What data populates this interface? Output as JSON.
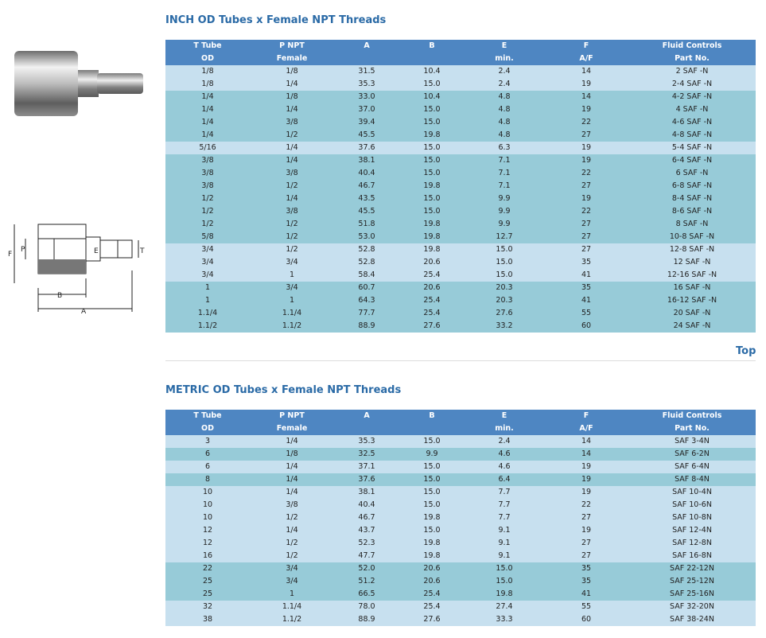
{
  "inch": {
    "title": "INCH OD Tubes x Female NPT Threads",
    "headers": [
      [
        "T Tube",
        "OD"
      ],
      [
        "P NPT",
        "Female"
      ],
      [
        "A",
        ""
      ],
      [
        "B",
        ""
      ],
      [
        "E",
        "min."
      ],
      [
        "F",
        "A/F"
      ],
      [
        "Fluid Controls",
        "Part No."
      ]
    ],
    "rows": [
      [
        "1/8",
        "1/8",
        "31.5",
        "10.4",
        "2.4",
        "14",
        "2 SAF -N"
      ],
      [
        "1/8",
        "1/4",
        "35.3",
        "15.0",
        "2.4",
        "19",
        "2-4 SAF -N"
      ],
      [
        "1/4",
        "1/8",
        "33.0",
        "10.4",
        "4.8",
        "14",
        "4-2 SAF -N"
      ],
      [
        "1/4",
        "1/4",
        "37.0",
        "15.0",
        "4.8",
        "19",
        "4 SAF -N"
      ],
      [
        "1/4",
        "3/8",
        "39.4",
        "15.0",
        "4.8",
        "22",
        "4-6 SAF -N"
      ],
      [
        "1/4",
        "1/2",
        "45.5",
        "19.8",
        "4.8",
        "27",
        "4-8 SAF -N"
      ],
      [
        "5/16",
        "1/4",
        "37.6",
        "15.0",
        "6.3",
        "19",
        "5-4 SAF -N"
      ],
      [
        "3/8",
        "1/4",
        "38.1",
        "15.0",
        "7.1",
        "19",
        "6-4 SAF -N"
      ],
      [
        "3/8",
        "3/8",
        "40.4",
        "15.0",
        "7.1",
        "22",
        "6 SAF -N"
      ],
      [
        "3/8",
        "1/2",
        "46.7",
        "19.8",
        "7.1",
        "27",
        "6-8 SAF -N"
      ],
      [
        "1/2",
        "1/4",
        "43.5",
        "15.0",
        "9.9",
        "19",
        "8-4 SAF -N"
      ],
      [
        "1/2",
        "3/8",
        "45.5",
        "15.0",
        "9.9",
        "22",
        "8-6 SAF -N"
      ],
      [
        "1/2",
        "1/2",
        "51.8",
        "19.8",
        "9.9",
        "27",
        "8 SAF -N"
      ],
      [
        "5/8",
        "1/2",
        "53.0",
        "19.8",
        "12.7",
        "27",
        "10-8 SAF -N"
      ],
      [
        "3/4",
        "1/2",
        "52.8",
        "19.8",
        "15.0",
        "27",
        "12-8 SAF -N"
      ],
      [
        "3/4",
        "3/4",
        "52.8",
        "20.6",
        "15.0",
        "35",
        "12 SAF -N"
      ],
      [
        "3/4",
        "1",
        "58.4",
        "25.4",
        "15.0",
        "41",
        "12-16 SAF -N"
      ],
      [
        "1",
        "3/4",
        "60.7",
        "20.6",
        "20.3",
        "35",
        "16 SAF -N"
      ],
      [
        "1",
        "1",
        "64.3",
        "25.4",
        "20.3",
        "41",
        "16-12 SAF -N"
      ],
      [
        "1.1/4",
        "1.1/4",
        "77.7",
        "25.4",
        "27.6",
        "55",
        "20 SAF -N"
      ],
      [
        "1.1/2",
        "1.1/2",
        "88.9",
        "27.6",
        "33.2",
        "60",
        "24 SAF -N"
      ]
    ]
  },
  "top_link": "Top",
  "metric": {
    "title": "METRIC OD Tubes x Female NPT Threads",
    "headers": [
      [
        "T Tube",
        "OD"
      ],
      [
        "P NPT",
        "Female"
      ],
      [
        "A",
        ""
      ],
      [
        "B",
        ""
      ],
      [
        "E",
        "min."
      ],
      [
        "F",
        "A/F"
      ],
      [
        "Fluid Controls",
        "Part No."
      ]
    ],
    "rows": [
      [
        "3",
        "1/4",
        "35.3",
        "15.0",
        "2.4",
        "14",
        "SAF 3-4N"
      ],
      [
        "6",
        "1/8",
        "32.5",
        "9.9",
        "4.6",
        "14",
        "SAF 6-2N"
      ],
      [
        "6",
        "1/4",
        "37.1",
        "15.0",
        "4.6",
        "19",
        "SAF 6-4N"
      ],
      [
        "8",
        "1/4",
        "37.6",
        "15.0",
        "6.4",
        "19",
        "SAF 8-4N"
      ],
      [
        "10",
        "1/4",
        "38.1",
        "15.0",
        "7.7",
        "19",
        "SAF 10-4N"
      ],
      [
        "10",
        "3/8",
        "40.4",
        "15.0",
        "7.7",
        "22",
        "SAF 10-6N"
      ],
      [
        "10",
        "1/2",
        "46.7",
        "19.8",
        "7.7",
        "27",
        "SAF 10-8N"
      ],
      [
        "12",
        "1/4",
        "43.7",
        "15.0",
        "9.1",
        "19",
        "SAF 12-4N"
      ],
      [
        "12",
        "1/2",
        "52.3",
        "19.8",
        "9.1",
        "27",
        "SAF 12-8N"
      ],
      [
        "16",
        "1/2",
        "47.7",
        "19.8",
        "9.1",
        "27",
        "SAF 16-8N"
      ],
      [
        "22",
        "3/4",
        "52.0",
        "20.6",
        "15.0",
        "35",
        "SAF 22-12N"
      ],
      [
        "25",
        "3/4",
        "51.2",
        "20.6",
        "15.0",
        "35",
        "SAF 25-12N"
      ],
      [
        "25",
        "1",
        "66.5",
        "25.4",
        "19.8",
        "41",
        "SAF 25-16N"
      ],
      [
        "32",
        "1.1/4",
        "78.0",
        "25.4",
        "27.4",
        "55",
        "SAF 32-20N"
      ],
      [
        "38",
        "1.1/2",
        "88.9",
        "27.6",
        "33.3",
        "60",
        "SAF 38-24N"
      ]
    ]
  },
  "drawing_labels": {
    "f": "F",
    "p": "P",
    "e": "E",
    "t": "T",
    "b": "B",
    "a": "A"
  },
  "row_shading": [
    "light",
    "light",
    "dark",
    "dark",
    "dark",
    "dark",
    "light",
    "dark",
    "dark",
    "dark",
    "dark",
    "dark",
    "dark",
    "dark",
    "light",
    "light",
    "light",
    "dark",
    "dark",
    "dark",
    "dark"
  ],
  "metric_row_shading": [
    "light",
    "dark",
    "light",
    "dark",
    "light",
    "light",
    "light",
    "light",
    "light",
    "light",
    "dark",
    "dark",
    "dark",
    "light",
    "light"
  ]
}
